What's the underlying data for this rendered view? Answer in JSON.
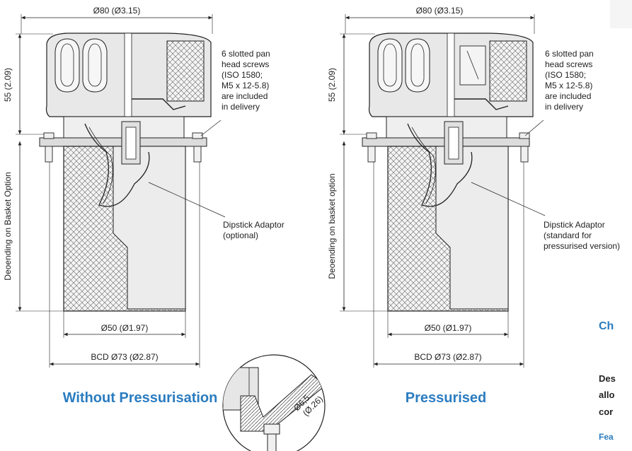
{
  "left_drawing": {
    "width_dim": "Ø80 (Ø3.15)",
    "height_dim": "55 (2.09)",
    "depth_dim": "Deoending on Basket Option",
    "basket_dim": "Ø50 (Ø1.97)",
    "bcd_dim": "BCD Ø73 (Ø2.87)",
    "screws_note": [
      "6 slotted pan",
      "head screws",
      "(ISO 1580;",
      "M5 x 12-5.8)",
      "are included",
      "in delivery"
    ],
    "dipstick_note": [
      "Dipstick Adaptor",
      "(optional)"
    ],
    "caption": "Without Pressurisation"
  },
  "right_drawing": {
    "width_dim": "Ø80 (Ø3.15)",
    "height_dim": "55 (2.09)",
    "depth_dim": "Deoending on basket option",
    "basket_dim": "Ø50 (Ø1.97)",
    "bcd_dim": "BCD Ø73 (Ø2.87)",
    "screws_note": [
      "6 slotted pan",
      "head screws",
      "(ISO 1580;",
      "M5 x 12-5.8)",
      "are included",
      "in delivery"
    ],
    "dipstick_note": [
      "Dipstick Adaptor",
      "(standard for",
      "pressurised version)"
    ],
    "caption": "Pressurised"
  },
  "detail": {
    "hole_dim": "Ø6,5",
    "hole_dim_in": "(Ø.26)"
  },
  "side_panel": {
    "heading": "Ch",
    "desc_lines": [
      "Des",
      "allo",
      "cor"
    ],
    "features_heading": "Fea"
  },
  "colors": {
    "accent": "#2a7cc0",
    "line": "#222222",
    "housing_fill": "#e6e6e6",
    "mesh_fill": "#f2f2f2"
  }
}
